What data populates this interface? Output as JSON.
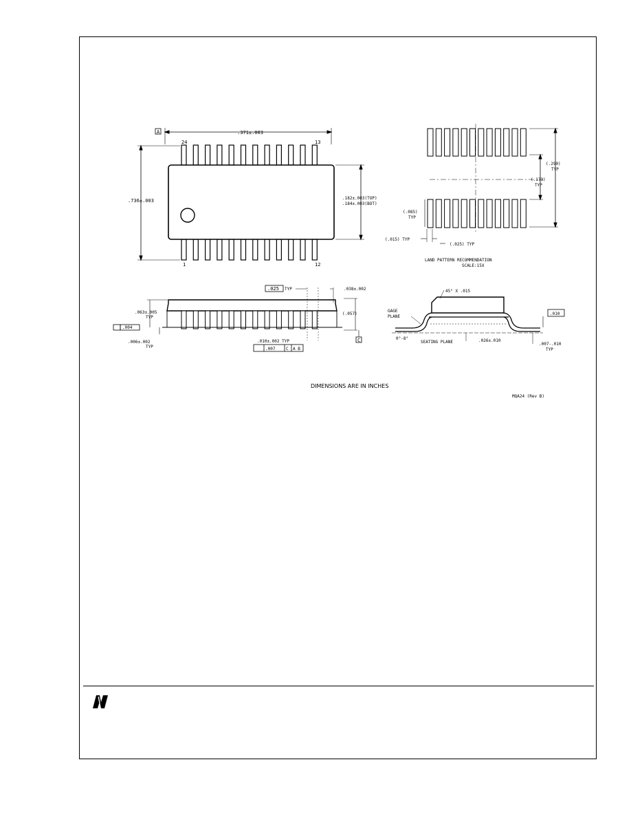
{
  "drawing": {
    "top_view": {
      "datum_a": "A",
      "dim_length": ".371±.003",
      "dim_width": ".736±.003",
      "dim_body_top": ".182±.003(TOP)",
      "dim_body_bot": ".184±.003(BOT)",
      "pin_24": "24",
      "pin_13": "13",
      "pin_1": "1",
      "pin_12": "12"
    },
    "land_pattern": {
      "dim_290": "(.290)",
      "dim_290_typ": "TYP",
      "dim_173": "(.173)",
      "dim_173_typ": "TYP",
      "dim_085": "(.085)",
      "dim_085_typ": "TYP",
      "dim_015": "(.015) TYP",
      "dim_025": "(.025) TYP",
      "caption_line1": "LAND PATTERN RECOMMENDATION",
      "caption_line2": "SCALE:15X"
    },
    "side_view": {
      "pitch": ".025",
      "pitch_typ": "TYP",
      "dim_038": ".038±.002",
      "dim_057": "(.057)",
      "dim_063": ".063±.005",
      "dim_063_typ": "TYP",
      "coplanarity": ".004",
      "dim_006": ".006±.002",
      "dim_006_typ": "TYP",
      "dim_010": ".010±.002 TYP",
      "tolerance_frame": ".007",
      "datum_c": "C",
      "datum_ab": "A B"
    },
    "end_view": {
      "chamfer": "45° X .015",
      "gage_plane_1": "GAGE",
      "gage_plane_2": "PLANE",
      "dim_010_box": ".010",
      "angle": "0°-8°",
      "seating_plane": "SEATING PLANE",
      "dim_026": ".026±.010",
      "dim_007": ".007-.010",
      "dim_007_typ": "TYP"
    },
    "dimensions_note": "DIMENSIONS ARE IN INCHES",
    "drawing_id": "MQA24 (Rev B)"
  },
  "footer": {
    "logo_icon": "national-semiconductor-logo"
  }
}
